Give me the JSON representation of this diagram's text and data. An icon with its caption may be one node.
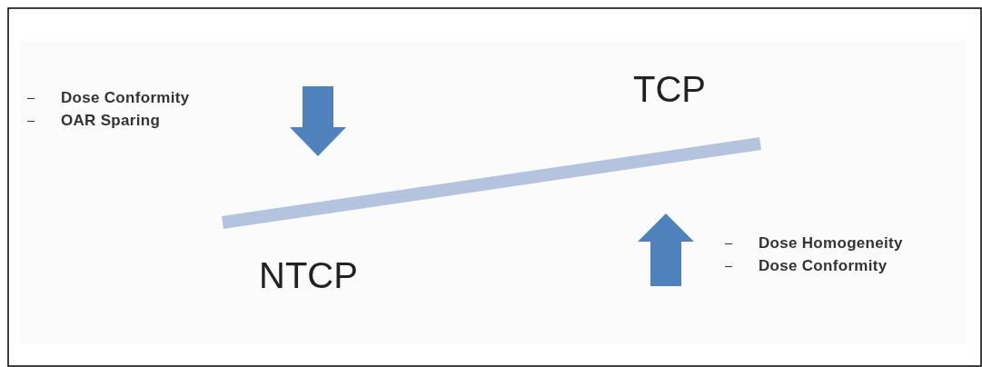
{
  "diagram": {
    "labels": [
      "Dose Conformity",
      "OAR Sparing",
      "TCP",
      "NTCP",
      "Dose Homogeneity",
      "Dose Conformity"
    ]
  }
}
